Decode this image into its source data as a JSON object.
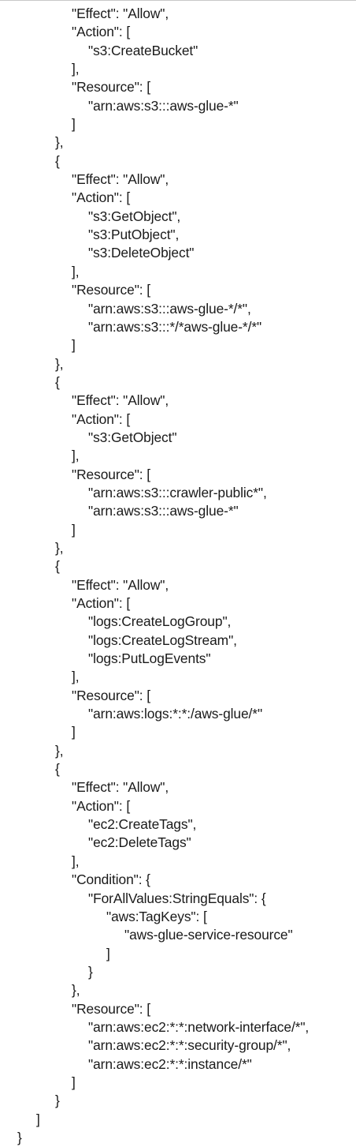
{
  "document": {
    "lines": [
      {
        "indent": 4,
        "text": "\"Effect\": \"Allow\","
      },
      {
        "indent": 4,
        "text": "\"Action\": ["
      },
      {
        "indent": 5,
        "text": "\"s3:CreateBucket\""
      },
      {
        "indent": 4,
        "text": "],"
      },
      {
        "indent": 4,
        "text": "\"Resource\": ["
      },
      {
        "indent": 5,
        "text": "\"arn:aws:s3:::aws-glue-*\""
      },
      {
        "indent": 4,
        "text": "]"
      },
      {
        "indent": 3,
        "text": "},"
      },
      {
        "indent": 3,
        "text": "{"
      },
      {
        "indent": 4,
        "text": "\"Effect\": \"Allow\","
      },
      {
        "indent": 4,
        "text": "\"Action\": ["
      },
      {
        "indent": 5,
        "text": "\"s3:GetObject\","
      },
      {
        "indent": 5,
        "text": "\"s3:PutObject\","
      },
      {
        "indent": 5,
        "text": "\"s3:DeleteObject\""
      },
      {
        "indent": 4,
        "text": "],"
      },
      {
        "indent": 4,
        "text": "\"Resource\": ["
      },
      {
        "indent": 5,
        "text": "\"arn:aws:s3:::aws-glue-*/*\","
      },
      {
        "indent": 5,
        "text": "\"arn:aws:s3:::*/*aws-glue-*/*\""
      },
      {
        "indent": 4,
        "text": "]"
      },
      {
        "indent": 3,
        "text": "},"
      },
      {
        "indent": 3,
        "text": "{"
      },
      {
        "indent": 4,
        "text": "\"Effect\": \"Allow\","
      },
      {
        "indent": 4,
        "text": "\"Action\": ["
      },
      {
        "indent": 5,
        "text": "\"s3:GetObject\""
      },
      {
        "indent": 4,
        "text": "],"
      },
      {
        "indent": 4,
        "text": "\"Resource\": ["
      },
      {
        "indent": 5,
        "text": "\"arn:aws:s3:::crawler-public*\","
      },
      {
        "indent": 5,
        "text": "\"arn:aws:s3:::aws-glue-*\""
      },
      {
        "indent": 4,
        "text": "]"
      },
      {
        "indent": 3,
        "text": "},"
      },
      {
        "indent": 3,
        "text": "{"
      },
      {
        "indent": 4,
        "text": "\"Effect\": \"Allow\","
      },
      {
        "indent": 4,
        "text": "\"Action\": ["
      },
      {
        "indent": 5,
        "text": "\"logs:CreateLogGroup\","
      },
      {
        "indent": 5,
        "text": "\"logs:CreateLogStream\","
      },
      {
        "indent": 5,
        "text": "\"logs:PutLogEvents\""
      },
      {
        "indent": 4,
        "text": "],"
      },
      {
        "indent": 4,
        "text": "\"Resource\": ["
      },
      {
        "indent": 5,
        "text": "\"arn:aws:logs:*:*:/aws-glue/*\""
      },
      {
        "indent": 4,
        "text": "]"
      },
      {
        "indent": 3,
        "text": "},"
      },
      {
        "indent": 3,
        "text": "{"
      },
      {
        "indent": 4,
        "text": "\"Effect\": \"Allow\","
      },
      {
        "indent": 4,
        "text": "\"Action\": ["
      },
      {
        "indent": 5,
        "text": "\"ec2:CreateTags\","
      },
      {
        "indent": 5,
        "text": "\"ec2:DeleteTags\""
      },
      {
        "indent": 4,
        "text": "],"
      },
      {
        "indent": 4,
        "text": "\"Condition\": {"
      },
      {
        "indent": 5,
        "text": "\"ForAllValues:StringEquals\": {"
      },
      {
        "indent": 6,
        "text": "\"aws:TagKeys\": ["
      },
      {
        "indent": 7,
        "text": "\"aws-glue-service-resource\""
      },
      {
        "indent": 6,
        "text": "]"
      },
      {
        "indent": 5,
        "text": "}"
      },
      {
        "indent": 4,
        "text": "},"
      },
      {
        "indent": 4,
        "text": "\"Resource\": ["
      },
      {
        "indent": 5,
        "text": "\"arn:aws:ec2:*:*:network-interface/*\","
      },
      {
        "indent": 5,
        "text": "\"arn:aws:ec2:*:*:security-group/*\","
      },
      {
        "indent": 5,
        "text": "\"arn:aws:ec2:*:*:instance/*\""
      },
      {
        "indent": 4,
        "text": "]"
      },
      {
        "indent": 3,
        "text": "}"
      },
      {
        "indent": 2,
        "text": "]"
      },
      {
        "indent": 1,
        "text": "}"
      }
    ]
  }
}
